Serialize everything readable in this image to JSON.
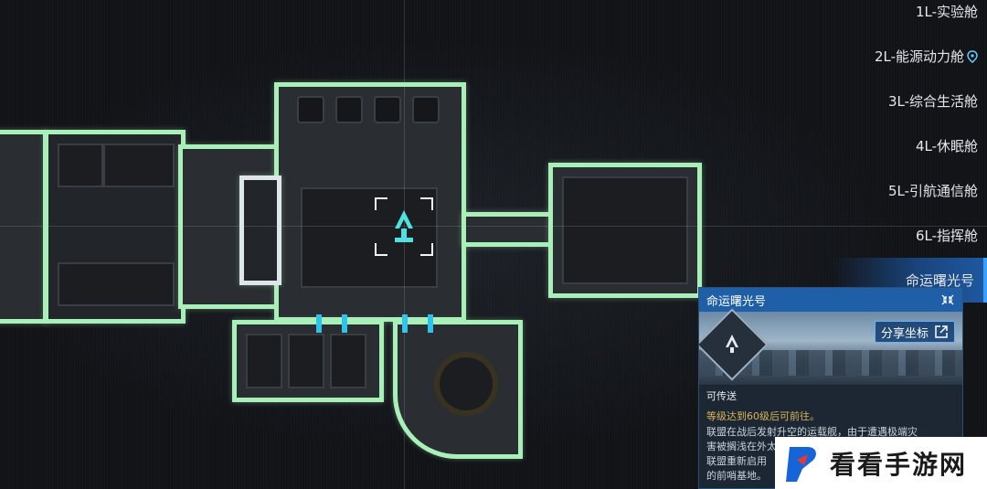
{
  "floors": [
    {
      "label": "1L-实验舱",
      "active": false
    },
    {
      "label": "2L-能源动力舱",
      "active": false,
      "pin": true
    },
    {
      "label": "3L-综合生活舱",
      "active": false
    },
    {
      "label": "4L-休眠舱",
      "active": false
    },
    {
      "label": "5L-引航通信舱",
      "active": false
    },
    {
      "label": "6L-指挥舱",
      "active": false
    },
    {
      "label": "命运曙光号",
      "active": true
    }
  ],
  "card": {
    "title": "命运曙光号",
    "share_label": "分享坐标",
    "status": "可传送",
    "requirement": "等级达到60级后可前往。",
    "description_lines": [
      "联盟在战后发射升空的运载舰，由于遭遇极端灾",
      "害被搁浅在外太空数年，蛇夫座发射塔修复后被",
      "联盟重新启用",
      "的前哨基地。"
    ]
  },
  "watermark": {
    "text": "看看手游网"
  },
  "icons": {
    "pin": "location-pin-icon",
    "expand": "collapse-arrows-icon",
    "share": "share-icon",
    "marker": "teleport-beacon-icon"
  },
  "colors": {
    "room_outline": "#a8f0b8",
    "door": "#2fc2ea",
    "accent": "#1f5fa8",
    "requirement": "#d9b25c"
  }
}
